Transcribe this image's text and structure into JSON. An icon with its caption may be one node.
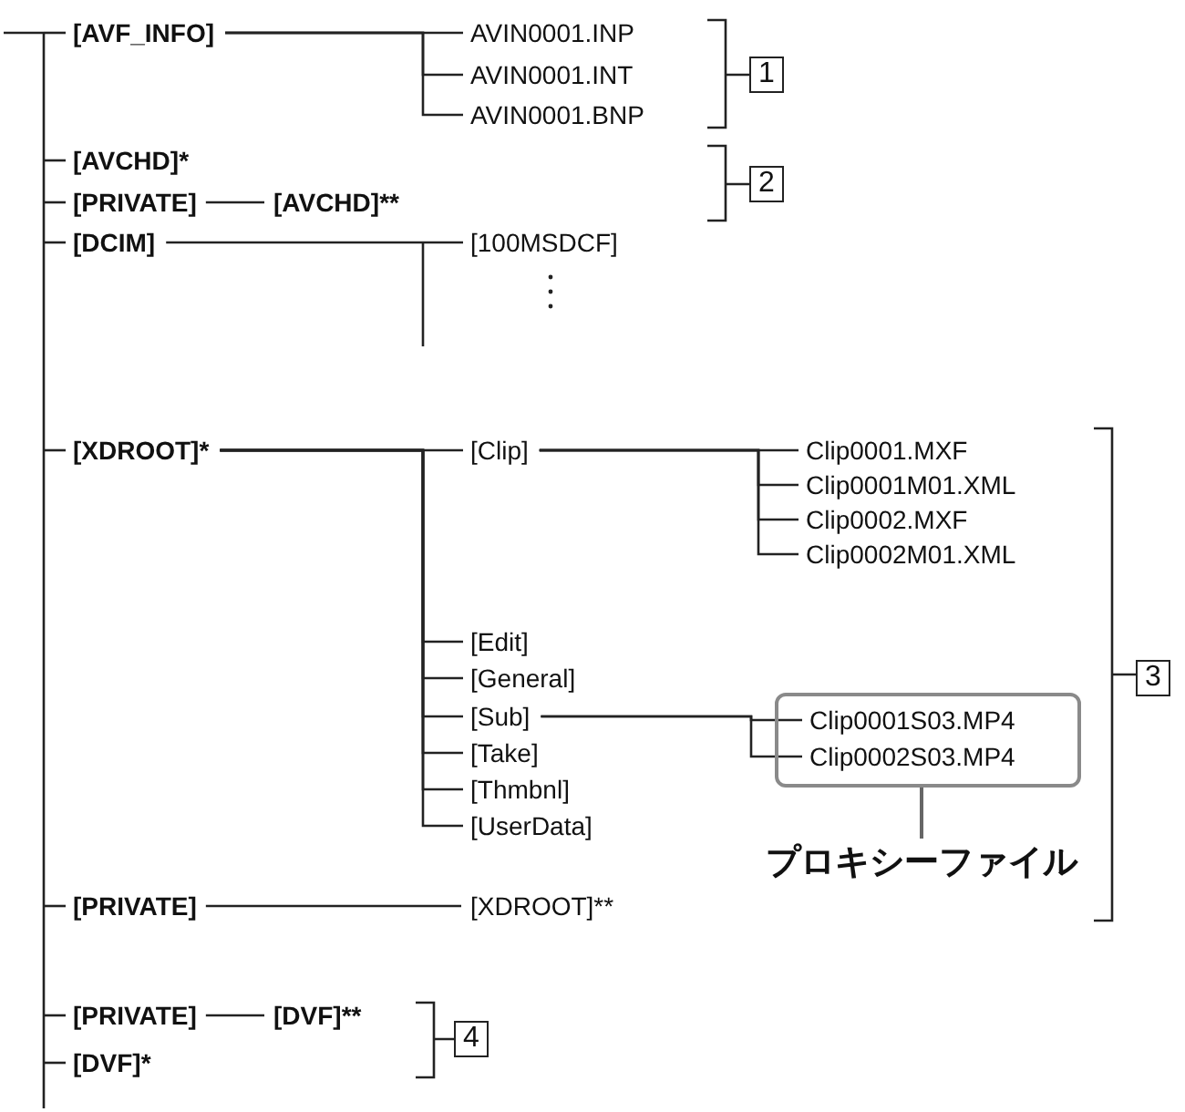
{
  "diagram": {
    "nodes": [
      {
        "text": [
          "[AVF_INFO]"
        ]
      },
      {
        "text": [
          "AVIN0001.INP"
        ]
      },
      {
        "text": [
          "AVIN0001.INT"
        ]
      },
      {
        "text": [
          "AVIN0001.BNP"
        ]
      },
      {
        "text": [
          "[AVCHD]*"
        ]
      },
      {
        "text": [
          "[PRIVATE]"
        ]
      },
      {
        "text": [
          "[AVCHD]**"
        ]
      },
      {
        "text": [
          "[DCIM]"
        ]
      },
      {
        "text": [
          "[100MSDCF]"
        ]
      },
      {
        "text": [
          "[XDROOT]*"
        ]
      },
      {
        "text": [
          "[Clip]"
        ]
      },
      {
        "text": [
          "Clip0001.MXF"
        ]
      },
      {
        "text": [
          "Clip0001M01.XML"
        ]
      },
      {
        "text": [
          "Clip0002.MXF"
        ]
      },
      {
        "text": [
          "Clip0002M01.XML"
        ]
      },
      {
        "text": [
          "[Edit]"
        ]
      },
      {
        "text": [
          "[General]"
        ]
      },
      {
        "text": [
          "[Sub]"
        ]
      },
      {
        "text": [],
        "shape": "box"
      },
      {
        "text": [
          "Clip0001S03.MP4"
        ],
        "in": 18
      },
      {
        "text": [
          "Clip0002S03.MP4"
        ],
        "in": 18
      },
      {
        "text": [
          "[Take]"
        ]
      },
      {
        "text": [
          "[Thmbnl]"
        ]
      },
      {
        "text": [
          "[UserData]"
        ]
      },
      {
        "text": [
          "プロキシーファイル"
        ]
      },
      {
        "text": [
          "[PRIVATE]"
        ]
      },
      {
        "text": [
          "[XDROOT]**"
        ]
      },
      {
        "text": [
          "[PRIVATE]"
        ]
      },
      {
        "text": [
          "[DVF]**"
        ]
      },
      {
        "text": [
          "[DVF]*"
        ]
      }
    ],
    "edges": [
      {
        "from": null,
        "to": 0,
        "arrow": "none"
      },
      {
        "from": null,
        "to": 4,
        "arrow": "none"
      },
      {
        "from": null,
        "to": 5,
        "arrow": "none"
      },
      {
        "from": null,
        "to": 7,
        "arrow": "none"
      },
      {
        "from": null,
        "to": 9,
        "arrow": "none"
      },
      {
        "from": null,
        "to": 25,
        "arrow": "none"
      },
      {
        "from": null,
        "to": 27,
        "arrow": "none"
      },
      {
        "from": null,
        "to": 29,
        "arrow": "none"
      },
      {
        "from": 0,
        "to": 1,
        "arrow": "none"
      },
      {
        "from": 0,
        "to": 2,
        "arrow": "none"
      },
      {
        "from": 0,
        "to": 3,
        "arrow": "none"
      },
      {
        "from": 5,
        "to": 6,
        "arrow": "none"
      },
      {
        "from": 7,
        "to": 8,
        "arrow": "none"
      },
      {
        "from": 9,
        "to": 10,
        "arrow": "none"
      },
      {
        "from": 9,
        "to": 15,
        "arrow": "none"
      },
      {
        "from": 9,
        "to": 16,
        "arrow": "none"
      },
      {
        "from": 9,
        "to": 17,
        "arrow": "none"
      },
      {
        "from": 9,
        "to": 21,
        "arrow": "none"
      },
      {
        "from": 9,
        "to": 22,
        "arrow": "none"
      },
      {
        "from": 9,
        "to": 23,
        "arrow": "none"
      },
      {
        "from": 10,
        "to": 11,
        "arrow": "none"
      },
      {
        "from": 10,
        "to": 12,
        "arrow": "none"
      },
      {
        "from": 10,
        "to": 13,
        "arrow": "none"
      },
      {
        "from": 10,
        "to": 14,
        "arrow": "none"
      },
      {
        "from": 17,
        "to": 19,
        "arrow": "none"
      },
      {
        "from": 17,
        "to": 20,
        "arrow": "none"
      },
      {
        "from": 24,
        "to": 18,
        "arrow": "none"
      },
      {
        "from": 25,
        "to": 26,
        "arrow": "none"
      },
      {
        "from": 27,
        "to": 28,
        "arrow": "none"
      }
    ],
    "labels": [
      "1",
      "2",
      "3",
      "4"
    ]
  }
}
